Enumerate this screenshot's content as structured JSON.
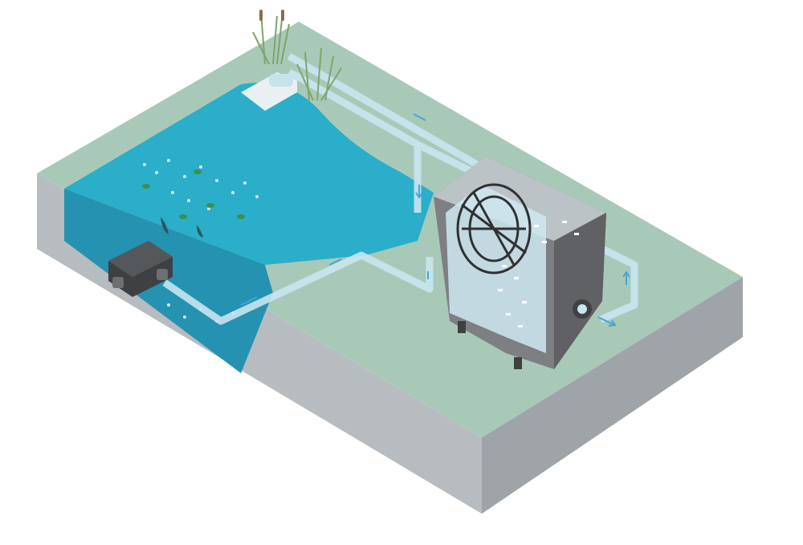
{
  "diagram": {
    "subject": "pond-filtration-system",
    "colors": {
      "ground_top": "#a9c9b8",
      "ground_side_left": "#b7bcc0",
      "ground_side_right": "#9fa4a9",
      "pond_surface": "#2aaec9",
      "pond_deep": "#1c8fb0",
      "pipe": "#c8e6f0",
      "filter_body": "#7d7f82",
      "filter_body_dark": "#5f6164",
      "pump": "#3e4042",
      "flow_arrow": "#4aa3d8",
      "plants": "#7fa56a"
    },
    "components": [
      "pond",
      "pump",
      "suction-pipe",
      "filter-unit",
      "drum-screen",
      "filter-media",
      "return-pipe",
      "outlet-spout",
      "reeds",
      "fish"
    ]
  }
}
